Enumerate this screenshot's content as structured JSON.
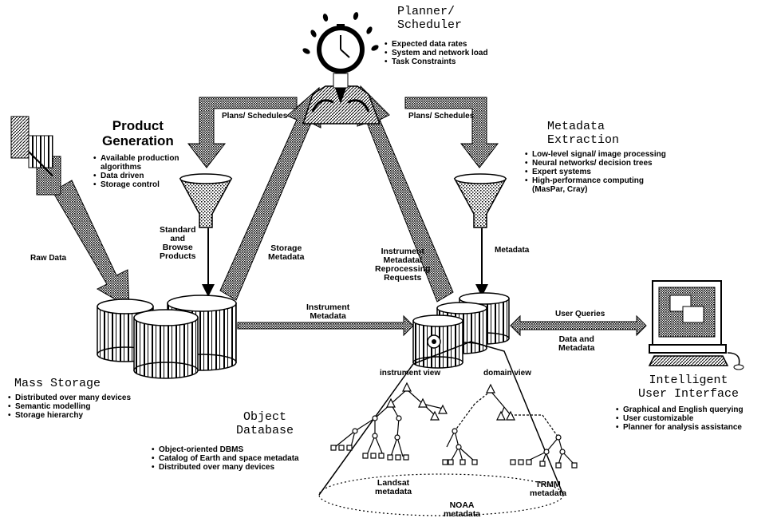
{
  "planner": {
    "title_line1": "Planner/",
    "title_line2": "Scheduler",
    "bullets": [
      "Expected data rates",
      "System and network load",
      "Task Constraints"
    ]
  },
  "product_generation": {
    "title_line1": "Product",
    "title_line2": "Generation",
    "bullets": [
      "Available production",
      "algorithms",
      "Data driven",
      "Storage control"
    ]
  },
  "metadata_extraction": {
    "title_line1": "Metadata",
    "title_line2": "Extraction",
    "bullets": [
      "Low-level signal/ image processing",
      "Neural networks/ decision trees",
      "Expert systems",
      "High-performance computing",
      "(MasPar, Cray)"
    ]
  },
  "mass_storage": {
    "title": "Mass Storage",
    "bullets": [
      "Distributed over many devices",
      "Semantic modelling",
      "Storage hierarchy"
    ]
  },
  "object_database": {
    "title_line1": "Object",
    "title_line2": "Database",
    "bullets": [
      "Object-oriented DBMS",
      "Catalog of Earth and space metadata",
      "Distributed over many devices"
    ]
  },
  "user_interface": {
    "title_line1": "Intelligent",
    "title_line2": "User Interface",
    "bullets": [
      "Graphical and English querying",
      "User customizable",
      "Planner for analysis assistance"
    ]
  },
  "flows": {
    "plans_left": "Plans/ Schedules",
    "plans_right": "Plans/ Schedules",
    "raw_data": "Raw Data",
    "standard_line1": "Standard",
    "standard_line2": "and",
    "standard_line3": "Browse",
    "standard_line4": "Products",
    "storage_meta_line1": "Storage",
    "storage_meta_line2": "Metadata",
    "instr_req_line1": "Instrument",
    "instr_req_line2": "Metadata/",
    "instr_req_line3": "Reprocessing",
    "instr_req_line4": "Requests",
    "metadata": "Metadata",
    "instr_meta_line1": "Instrument",
    "instr_meta_line2": "Metadata",
    "user_queries": "User Queries",
    "data_meta_line1": "Data and",
    "data_meta_line2": "Metadata"
  },
  "views": {
    "instrument_view": "instrument view",
    "domain_view": "domain view",
    "landsat_line1": "Landsat",
    "landsat_line2": "metadata",
    "noaa_line1": "NOAA",
    "noaa_line2": "metadata",
    "trmm_line1": "TRMM",
    "trmm_line2": "metadata"
  },
  "colors": {
    "ink": "#000000",
    "paper": "#ffffff",
    "stipple": "#555555"
  }
}
